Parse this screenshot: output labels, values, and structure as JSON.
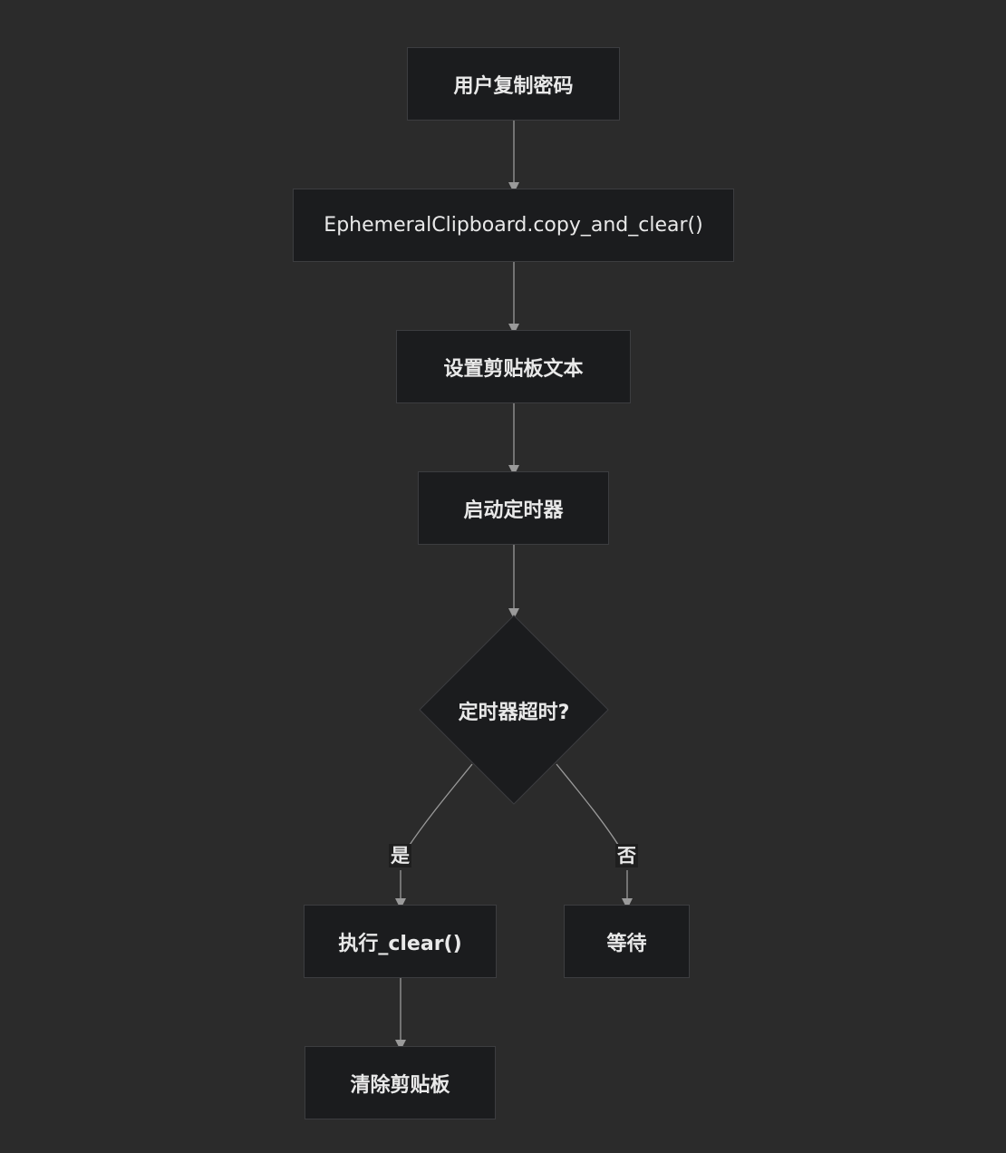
{
  "colors": {
    "background": "#2b2b2b",
    "node_fill": "#1b1c1e",
    "node_border": "#3c3d40",
    "edge": "#9a9a9a",
    "text": "#e9e9e9"
  },
  "nodes": {
    "copy_password": "用户复制密码",
    "copy_and_clear": "EphemeralClipboard.copy_and_clear()",
    "set_text": "设置剪贴板文本",
    "start_timer": "启动定时器",
    "timer_timeout": "定时器超时?",
    "exec_clear": "执行_clear()",
    "wait": "等待",
    "clear_clipboard": "清除剪贴板"
  },
  "edge_labels": {
    "yes": "是",
    "no": "否"
  }
}
